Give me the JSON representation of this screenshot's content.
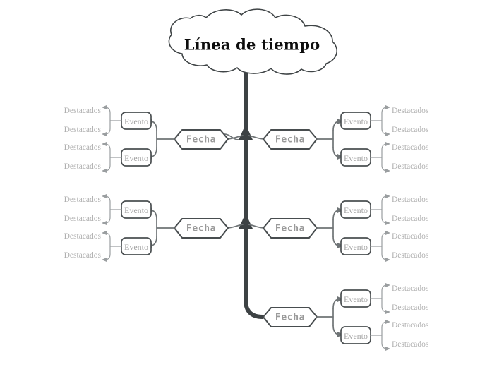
{
  "diagram": {
    "type": "mind-map-timeline",
    "title": "Línea de tiempo",
    "root": {
      "label": "Línea de tiempo",
      "shape": "cloud",
      "text_color": "#0d0d0d",
      "outline_color": "#3f4446"
    },
    "style": {
      "background": "#ffffff",
      "trunk_color": "#3d4244",
      "fecha_outline": "#484d4f",
      "fecha_text_color": "#9a9a9a",
      "evento_outline": "#4b5052",
      "evento_text_color": "#a6a6a6",
      "destacados_text_color": "#b0b0b0",
      "connector_color": "#6f7476",
      "leaf_connector_color": "#9a9ea0"
    },
    "labels": {
      "fecha": "Fecha",
      "evento": "Evento",
      "destacados": "Destacados"
    },
    "branches": [
      {
        "id": "branch-1-left",
        "side": "left",
        "row": 1,
        "fecha": "Fecha",
        "eventos": [
          {
            "label": "Evento",
            "destacados": [
              "Destacados",
              "Destacados"
            ]
          },
          {
            "label": "Evento",
            "destacados": [
              "Destacados",
              "Destacados"
            ]
          }
        ]
      },
      {
        "id": "branch-1-right",
        "side": "right",
        "row": 1,
        "fecha": "Fecha",
        "eventos": [
          {
            "label": "Evento",
            "destacados": [
              "Destacados",
              "Destacados"
            ]
          },
          {
            "label": "Evento",
            "destacados": [
              "Destacados",
              "Destacados"
            ]
          }
        ]
      },
      {
        "id": "branch-2-left",
        "side": "left",
        "row": 2,
        "fecha": "Fecha",
        "eventos": [
          {
            "label": "Evento",
            "destacados": [
              "Destacados",
              "Destacados"
            ]
          },
          {
            "label": "Evento",
            "destacados": [
              "Destacados",
              "Destacados"
            ]
          }
        ]
      },
      {
        "id": "branch-2-right",
        "side": "right",
        "row": 2,
        "fecha": "Fecha",
        "eventos": [
          {
            "label": "Evento",
            "destacados": [
              "Destacados",
              "Destacados"
            ]
          },
          {
            "label": "Evento",
            "destacados": [
              "Destacados",
              "Destacados"
            ]
          }
        ]
      },
      {
        "id": "branch-3-right",
        "side": "right",
        "row": 3,
        "fecha": "Fecha",
        "eventos": [
          {
            "label": "Evento",
            "destacados": [
              "Destacados",
              "Destacados"
            ]
          },
          {
            "label": "Evento",
            "destacados": [
              "Destacados",
              "Destacados"
            ]
          }
        ]
      }
    ]
  }
}
